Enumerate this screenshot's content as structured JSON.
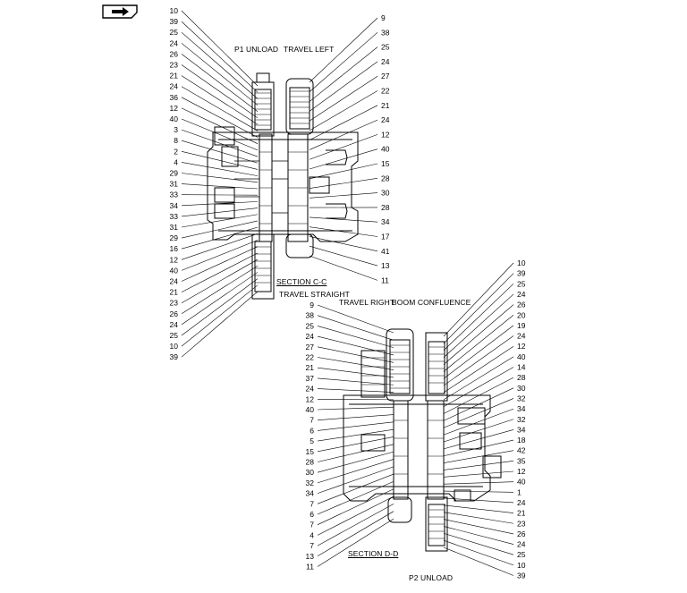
{
  "nav_icon": "book-arrow-icon",
  "section_cc": {
    "caption_p1_unload": "P1 UNLOAD",
    "caption_travel_left": "TRAVEL LEFT",
    "caption_section": "SECTION C-C",
    "caption_travel_straight": "TRAVEL STRAIGHT",
    "left_callouts": [
      "10",
      "39",
      "25",
      "24",
      "26",
      "23",
      "21",
      "24",
      "36",
      "12",
      "40",
      "3",
      "8",
      "2",
      "4",
      "29",
      "31",
      "33",
      "34",
      "33",
      "31",
      "29",
      "16",
      "12",
      "40",
      "24",
      "21",
      "23",
      "26",
      "24",
      "25",
      "10",
      "39"
    ],
    "right_callouts": [
      "9",
      "38",
      "25",
      "24",
      "27",
      "22",
      "21",
      "24",
      "12",
      "40",
      "15",
      "28",
      "30",
      "28",
      "34",
      "17",
      "41",
      "13",
      "11"
    ]
  },
  "section_dd": {
    "caption_travel_right": "TRAVEL RIGHT",
    "caption_boom_confluence": "BOOM CONFLUENCE",
    "caption_section": "SECTION D-D",
    "caption_p2_unload": "P2 UNLOAD",
    "left_callouts": [
      "9",
      "38",
      "25",
      "24",
      "27",
      "22",
      "21",
      "37",
      "24",
      "12",
      "40",
      "7",
      "6",
      "5",
      "15",
      "28",
      "30",
      "32",
      "34",
      "7",
      "6",
      "7",
      "4",
      "7",
      "13",
      "11"
    ],
    "right_callouts": [
      "10",
      "39",
      "25",
      "24",
      "26",
      "20",
      "19",
      "24",
      "12",
      "40",
      "14",
      "28",
      "30",
      "32",
      "34",
      "32",
      "34",
      "18",
      "42",
      "35",
      "12",
      "40",
      "1",
      "24",
      "21",
      "23",
      "26",
      "24",
      "25",
      "10",
      "39"
    ]
  }
}
